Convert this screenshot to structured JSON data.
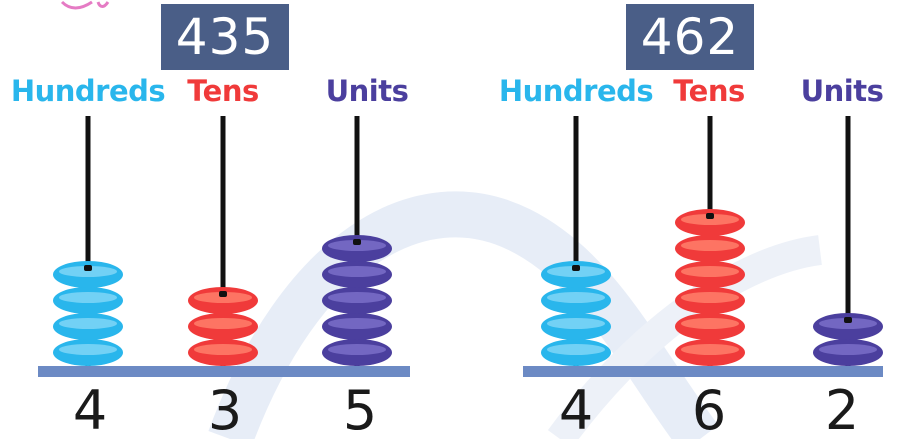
{
  "colors": {
    "hundreds": "#29b6ec",
    "hundreds_light": "#7fd6f7",
    "tens": "#f03a3a",
    "tens_light": "#ff7f6b",
    "units": "#4b3f9e",
    "units_light": "#7a6fc8",
    "number_box": "#4a5e87",
    "base": "#6c8ac4"
  },
  "abaci": [
    {
      "number": "435",
      "labels": {
        "hundreds": "Hundreds",
        "tens": "Tens",
        "units": "Units"
      },
      "digits": {
        "hundreds": "4",
        "tens": "3",
        "units": "5"
      },
      "bead_counts": {
        "hundreds": 4,
        "tens": 3,
        "units": 5
      }
    },
    {
      "number": "462",
      "labels": {
        "hundreds": "Hundreds",
        "tens": "Tens",
        "units": "Units"
      },
      "digits": {
        "hundreds": "4",
        "tens": "6",
        "units": "2"
      },
      "bead_counts": {
        "hundreds": 4,
        "tens": 6,
        "units": 2
      }
    }
  ]
}
